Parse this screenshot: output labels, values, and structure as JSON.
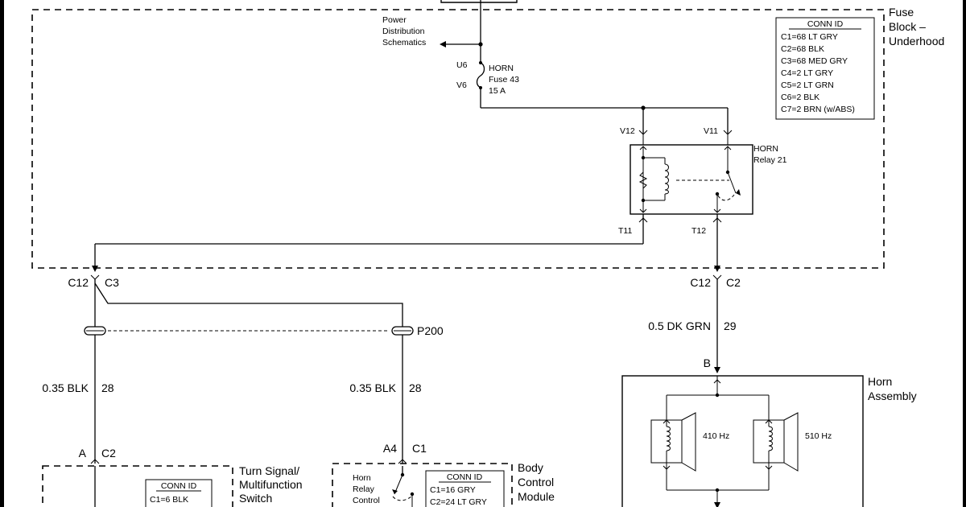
{
  "fuse_block": {
    "label": [
      "Fuse",
      "Block –",
      "Underhood"
    ],
    "conn_id": {
      "header": "CONN ID",
      "rows": [
        "C1=68 LT GRY",
        "C2=68 BLK",
        "C3=68 MED GRY",
        "C4=2 LT GRY",
        "C5=2 LT GRN",
        "C6=2 BLK",
        "C7=2 BRN (w/ABS)"
      ]
    },
    "power_distribution": [
      "Power",
      "Distribution",
      "Schematics"
    ],
    "fuse": {
      "pin_top": "U6",
      "pin_bottom": "V6",
      "label": [
        "HORN",
        "Fuse 43",
        "15 A"
      ]
    },
    "relay": {
      "label": [
        "HORN",
        "Relay 21"
      ],
      "pin_v12": "V12",
      "pin_v11": "V11",
      "pin_t11": "T11",
      "pin_t12": "T12"
    }
  },
  "connectors": {
    "left": {
      "cavity": "C12",
      "conn": "C3"
    },
    "right": {
      "cavity": "C12",
      "conn": "C2"
    }
  },
  "splice": {
    "label": "P200"
  },
  "wires": {
    "left": {
      "gauge": "0.35 BLK",
      "circuit": "28"
    },
    "middle": {
      "gauge": "0.35 BLK",
      "circuit": "28"
    },
    "horn": {
      "gauge": "0.5 DK GRN",
      "circuit": "29"
    }
  },
  "horn_assembly": {
    "label": [
      "Horn",
      "Assembly"
    ],
    "pin": "B",
    "horn_low": "410 Hz",
    "horn_high": "510 Hz"
  },
  "turn_signal_switch": {
    "label": [
      "Turn Signal/",
      "Multifunction",
      "Switch"
    ],
    "pin": "A",
    "conn": "C2",
    "conn_id": {
      "header": "CONN ID",
      "rows": [
        "C1=6 BLK"
      ]
    }
  },
  "bcm": {
    "label": [
      "Body",
      "Control",
      "Module"
    ],
    "pin": "A4",
    "conn": "C1",
    "relay_label": [
      "Horn",
      "Relay",
      "Control"
    ],
    "conn_id": {
      "header": "CONN ID",
      "rows": [
        "C1=16 GRY",
        "C2=24 LT GRY"
      ]
    }
  }
}
